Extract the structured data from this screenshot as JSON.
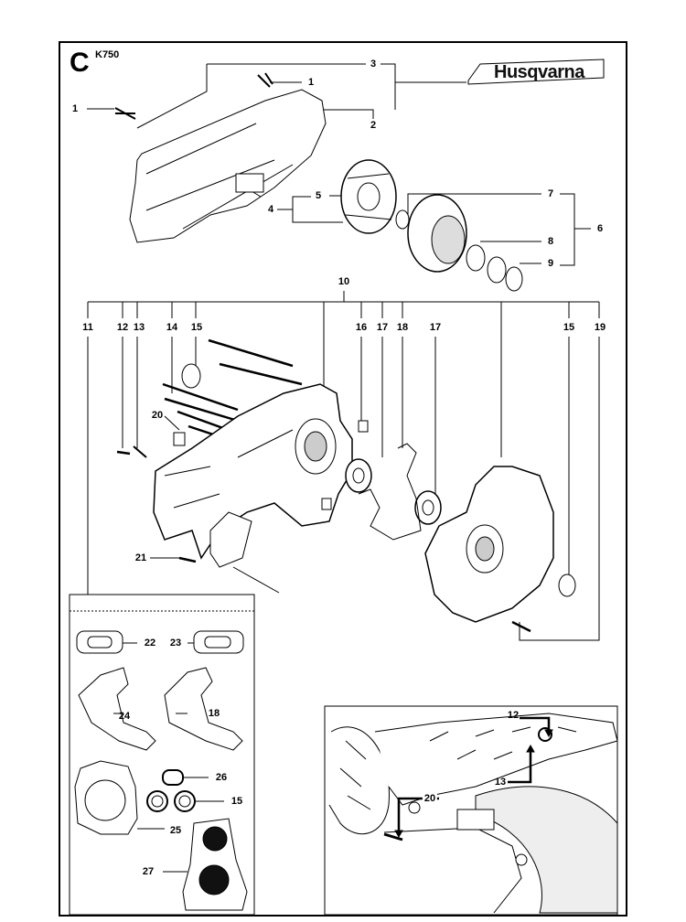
{
  "section": {
    "letter": "C",
    "model": "K750"
  },
  "brand": {
    "name": "Husqvarna"
  },
  "callouts": {
    "c1a": "1",
    "c1b": "1",
    "c2": "2",
    "c3": "3",
    "c4": "4",
    "c5": "5",
    "c6": "6",
    "c7": "7",
    "c8": "8",
    "c9": "9",
    "c10": "10",
    "c11": "11",
    "c12": "12",
    "c13": "13",
    "c14": "14",
    "c15a": "15",
    "c16": "16",
    "c17a": "17",
    "c18": "18",
    "c17b": "17",
    "c15b": "15",
    "c19": "19",
    "c20": "20",
    "c21": "21",
    "c22": "22",
    "c23": "23",
    "c24": "24",
    "c18b": "18",
    "c26": "26",
    "c15c": "15",
    "c25": "25",
    "c27": "27",
    "c12i": "12",
    "c13i": "13",
    "c20i": "20"
  },
  "colors": {
    "line": "#000000",
    "part_fill": "#ffffff",
    "part_shade": "#cfcfcf",
    "dark": "#1a1a1a"
  }
}
